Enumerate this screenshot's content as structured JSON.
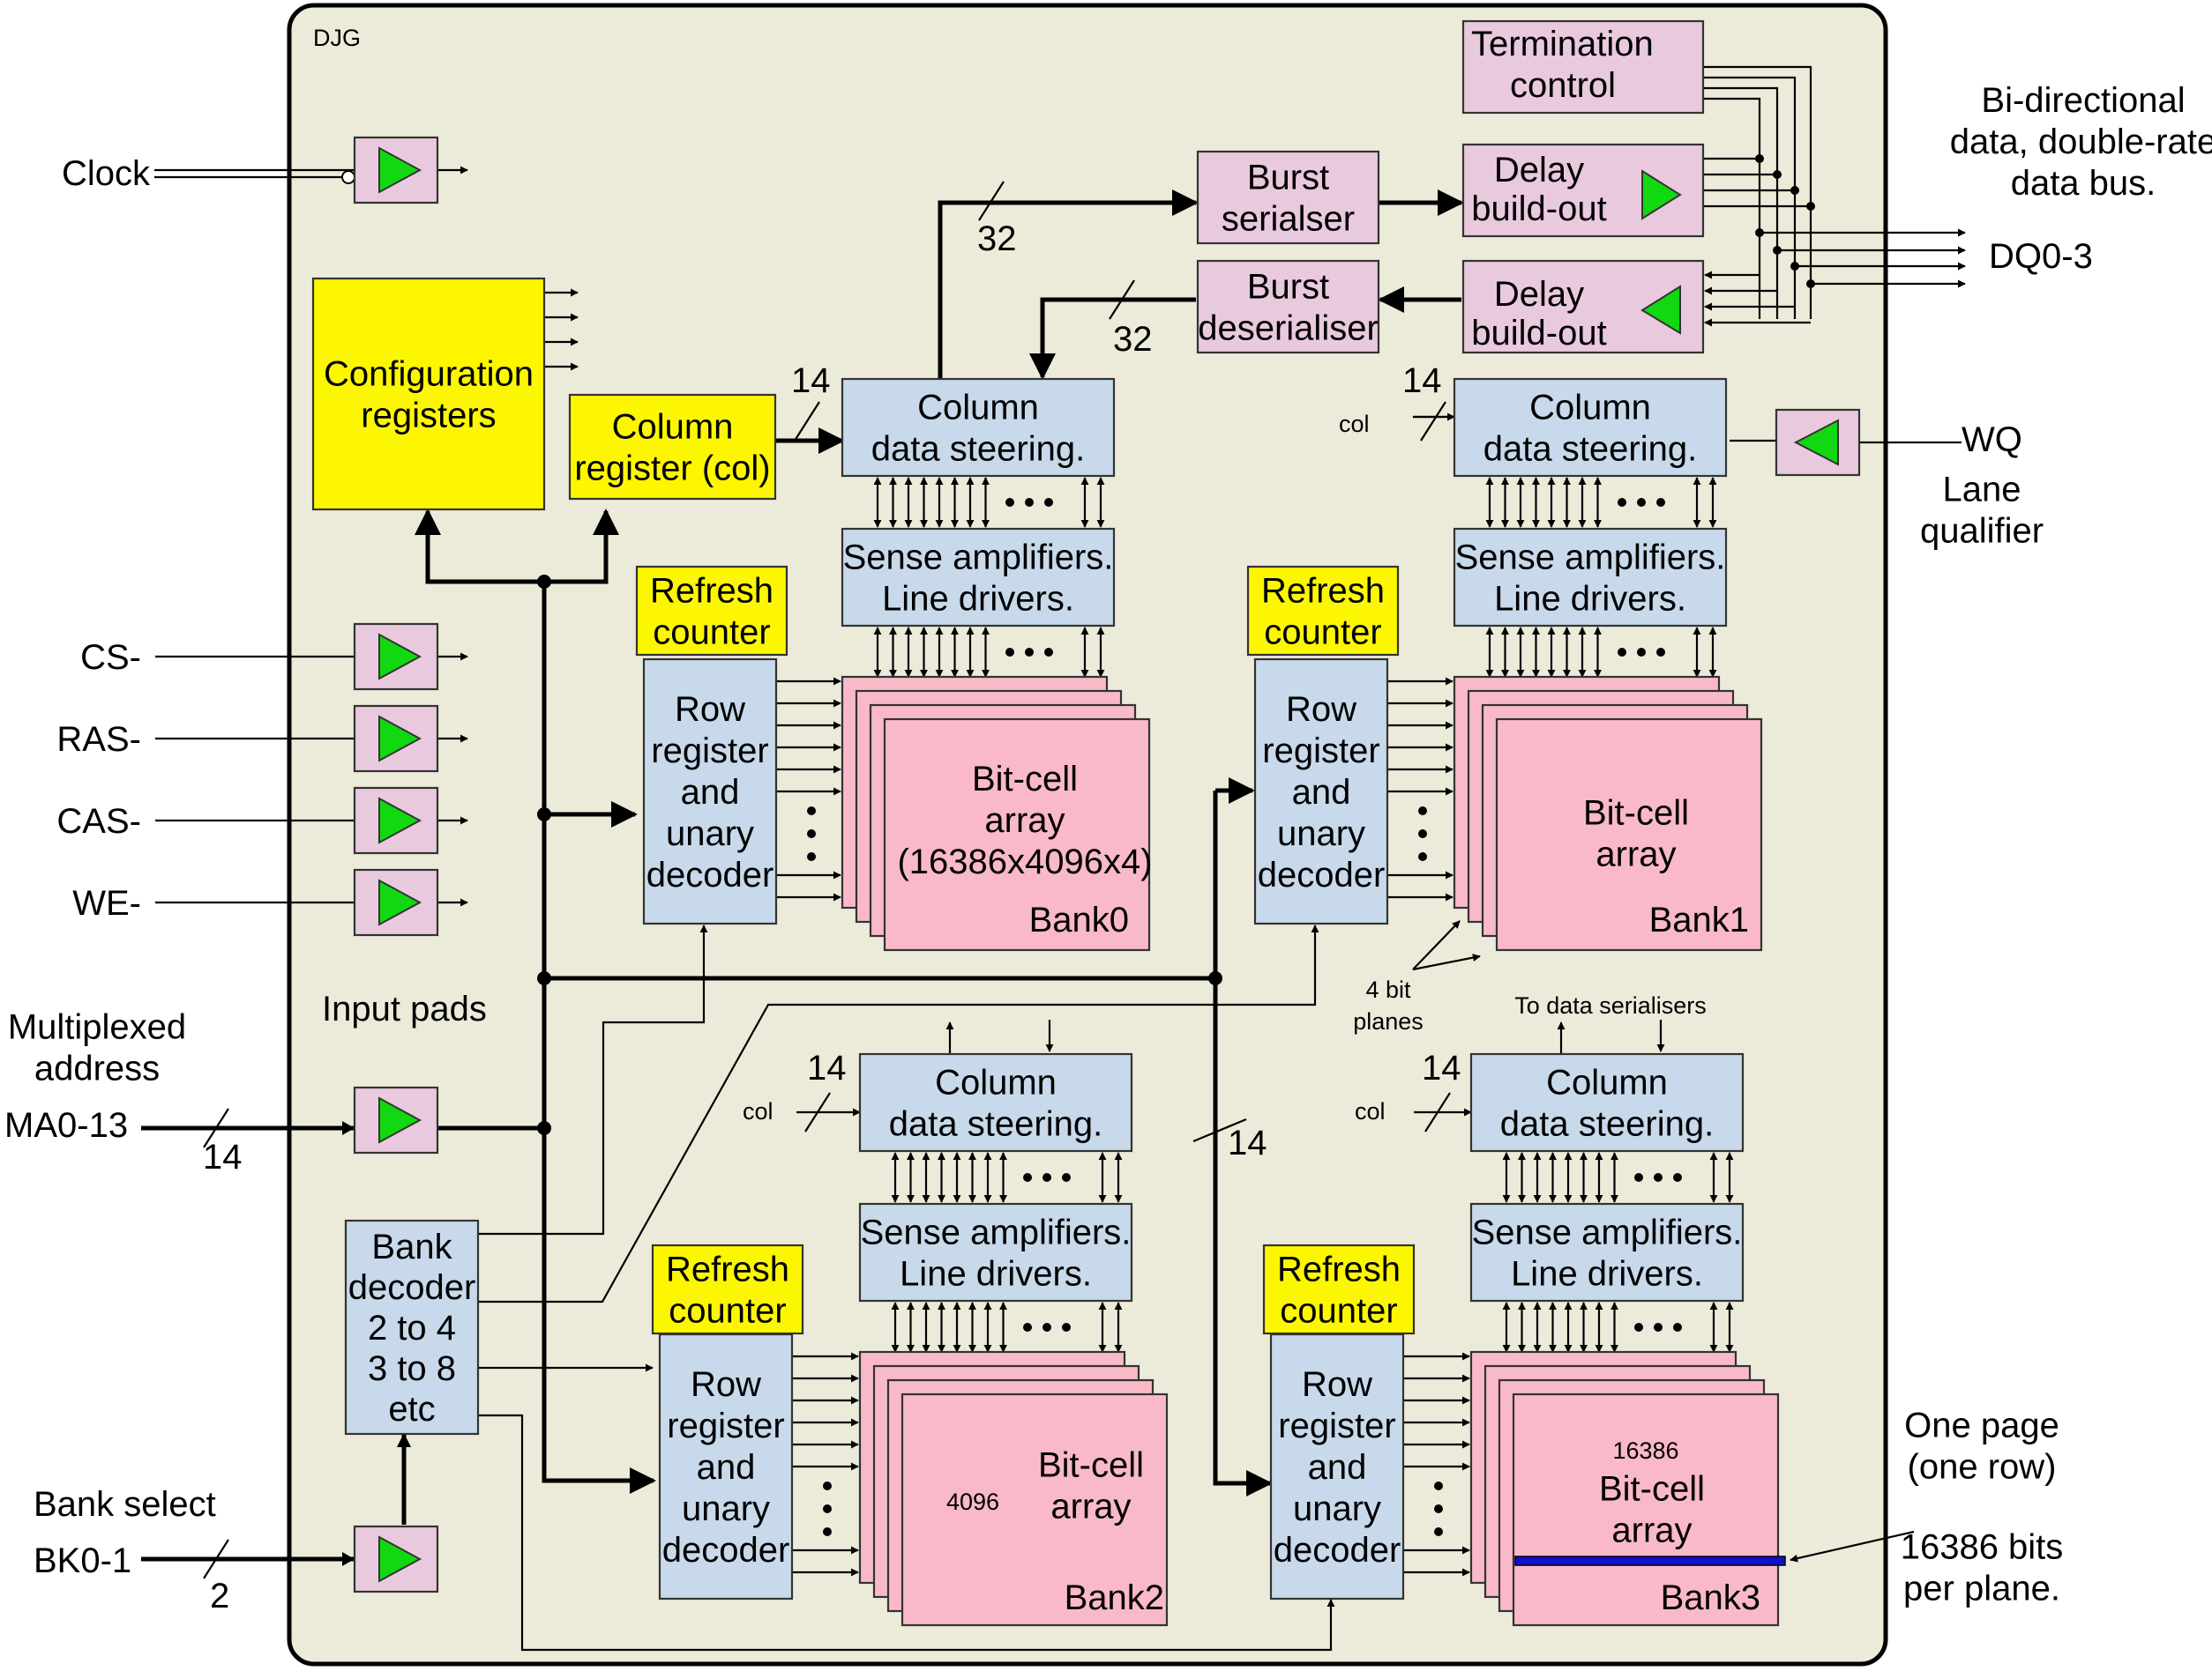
{
  "author_tag": "DJG",
  "signals": {
    "clock": "Clock",
    "cs": "CS-",
    "ras": "RAS-",
    "cas": "CAS-",
    "we": "WE-",
    "mux_addr": [
      "Multiplexed",
      "address"
    ],
    "ma": "MA0-13",
    "ma_width": "14",
    "bank_select": "Bank select",
    "bk": "BK0-1",
    "bk_width": "2",
    "input_pads": "Input pads",
    "dq": "DQ0-3",
    "bidir": [
      "Bi-directional",
      "data, double-rate",
      "data bus."
    ],
    "wq": "WQ",
    "lane_qualifier": [
      "Lane",
      "qualifier"
    ],
    "one_page": [
      "One page",
      "(one row)"
    ],
    "bits_per_plane": [
      "16386 bits",
      "per plane."
    ],
    "four_bit_planes": [
      "4 bit",
      "planes"
    ],
    "to_serialisers": "To data serialisers",
    "bus_14": "14",
    "bus_32": "32",
    "col": "col"
  },
  "blocks": {
    "config": [
      "Configuration",
      "registers"
    ],
    "col_reg": [
      "Column",
      "register (col)"
    ],
    "termination": [
      "Termination",
      "control"
    ],
    "burst_ser": [
      "Burst",
      "serialser"
    ],
    "burst_deser": [
      "Burst",
      "deserialiser"
    ],
    "delay_buildout": [
      "Delay",
      "build-out"
    ],
    "bank_decoder": [
      "Bank",
      "decoder",
      "2 to 4",
      "3 to 8",
      "etc"
    ],
    "col_steer": [
      "Column",
      "data steering."
    ],
    "sense_amp": [
      "Sense amplifiers.",
      "Line drivers."
    ],
    "refresh": [
      "Refresh",
      "counter"
    ],
    "row_reg": [
      "Row",
      "register",
      "and",
      "unary",
      "decoder"
    ]
  },
  "banks": [
    {
      "name": "Bank0",
      "array": [
        "Bit-cell",
        "array",
        "(16386x4096x4)"
      ]
    },
    {
      "name": "Bank1",
      "array": [
        "Bit-cell",
        "array"
      ]
    },
    {
      "name": "Bank2",
      "array": [
        "Bit-cell",
        "array"
      ],
      "dim": "4096"
    },
    {
      "name": "Bank3",
      "array": [
        "Bit-cell",
        "array"
      ],
      "dim": "16386"
    }
  ],
  "colors": {
    "background": "#ecebd9",
    "pad_fill": "#e9c9dd",
    "triangle": "#11d811",
    "yellow": "#fcf700",
    "blue_block": "#c7d9ea",
    "pink_block": "#f9b9c9",
    "page_row": "#1010cc"
  }
}
